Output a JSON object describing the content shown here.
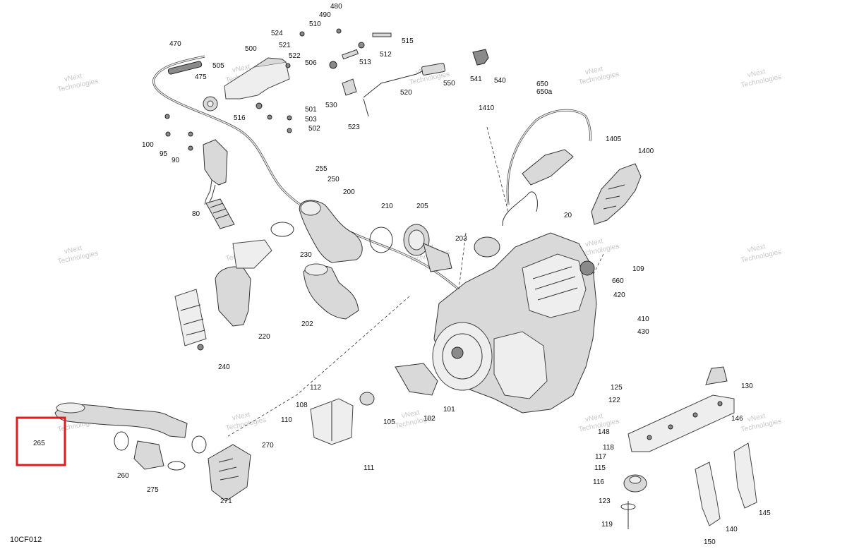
{
  "diagram_ref": "10CF012",
  "watermark_lines": [
    "vNext",
    "Technologies"
  ],
  "highlight_color": "#e01b1b",
  "highlighted_part": "265",
  "callouts": [
    {
      "label": "480"
    },
    {
      "label": "490"
    },
    {
      "label": "510"
    },
    {
      "label": "524"
    },
    {
      "label": "521"
    },
    {
      "label": "500"
    },
    {
      "label": "522"
    },
    {
      "label": "515"
    },
    {
      "label": "512"
    },
    {
      "label": "513"
    },
    {
      "label": "470"
    },
    {
      "label": "505"
    },
    {
      "label": "506"
    },
    {
      "label": "475"
    },
    {
      "label": "501"
    },
    {
      "label": "503"
    },
    {
      "label": "502"
    },
    {
      "label": "516"
    },
    {
      "label": "530"
    },
    {
      "label": "523"
    },
    {
      "label": "520"
    },
    {
      "label": "550"
    },
    {
      "label": "541"
    },
    {
      "label": "540"
    },
    {
      "label": "650"
    },
    {
      "label": "650a"
    },
    {
      "label": "1410"
    },
    {
      "label": "1405"
    },
    {
      "label": "1400"
    },
    {
      "label": "20"
    },
    {
      "label": "100"
    },
    {
      "label": "95"
    },
    {
      "label": "90"
    },
    {
      "label": "80"
    },
    {
      "label": "255"
    },
    {
      "label": "250"
    },
    {
      "label": "200"
    },
    {
      "label": "210"
    },
    {
      "label": "205"
    },
    {
      "label": "203"
    },
    {
      "label": "230"
    },
    {
      "label": "202"
    },
    {
      "label": "220"
    },
    {
      "label": "240"
    },
    {
      "label": "109"
    },
    {
      "label": "660"
    },
    {
      "label": "420"
    },
    {
      "label": "410"
    },
    {
      "label": "430"
    },
    {
      "label": "112"
    },
    {
      "label": "108"
    },
    {
      "label": "110"
    },
    {
      "label": "111"
    },
    {
      "label": "105"
    },
    {
      "label": "102"
    },
    {
      "label": "101"
    },
    {
      "label": "265"
    },
    {
      "label": "260"
    },
    {
      "label": "275"
    },
    {
      "label": "270"
    },
    {
      "label": "271"
    },
    {
      "label": "125"
    },
    {
      "label": "122"
    },
    {
      "label": "130"
    },
    {
      "label": "148"
    },
    {
      "label": "146"
    },
    {
      "label": "118"
    },
    {
      "label": "117"
    },
    {
      "label": "115"
    },
    {
      "label": "116"
    },
    {
      "label": "123"
    },
    {
      "label": "119"
    },
    {
      "label": "140"
    },
    {
      "label": "145"
    },
    {
      "label": "150"
    }
  ]
}
